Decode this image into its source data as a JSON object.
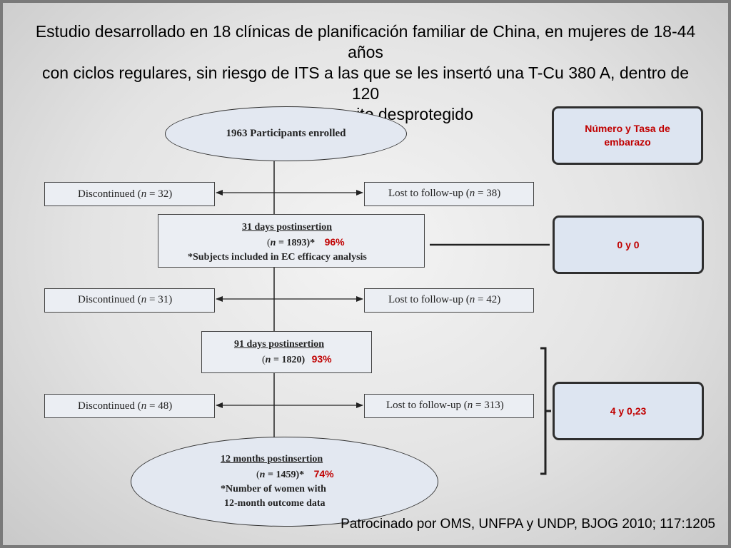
{
  "title": {
    "line1": "Estudio desarrollado en 18 clínicas de planificación familiar de China, en mujeres  de 18-44 años",
    "line2": "con ciclos regulares, sin riesgo de ITS a las que se les insertó una T-Cu 380 A, dentro de 120",
    "line3": "horas post coito desprotegido"
  },
  "flow": {
    "enrolled": "1963 Participants enrolled",
    "disc1": {
      "label": "Discontinued (",
      "n": "n",
      "value": " = 32)"
    },
    "lost1": {
      "label": "Lost to follow-up (",
      "n": "n",
      "value": " = 38)"
    },
    "day31": {
      "title": "31 days postinsertion",
      "n_open": "(",
      "n": "n",
      "n_close": " = 1893)*",
      "pct": "96%",
      "note": "*Subjects included in EC efficacy analysis"
    },
    "disc2": {
      "label": "Discontinued (",
      "n": "n",
      "value": " = 31)"
    },
    "lost2": {
      "label": "Lost to follow-up (",
      "n": "n",
      "value": " = 42)"
    },
    "day91": {
      "title": "91 days postinsertion",
      "n_open": "(",
      "n": "n",
      "n_close": " = 1820)",
      "pct": "93%"
    },
    "disc3": {
      "label": "Discontinued (",
      "n": "n",
      "value": " = 48)"
    },
    "lost3": {
      "label": "Lost to follow-up (",
      "n": "n",
      "value": " = 313)"
    },
    "month12": {
      "title": "12 months postinsertion",
      "n_open": "(",
      "n": "n",
      "n_close": " = 1459)*",
      "pct": "74%",
      "note1": "*Number of women with",
      "note2": "12-month outcome data"
    }
  },
  "side": {
    "header": "Número y Tasa de embarazo",
    "result1": "0  y  0",
    "result2": "4  y  0,23"
  },
  "footer": "Patrocinado por OMS, UNFPA y UNDP,   BJOG 2010; 117:1205"
}
